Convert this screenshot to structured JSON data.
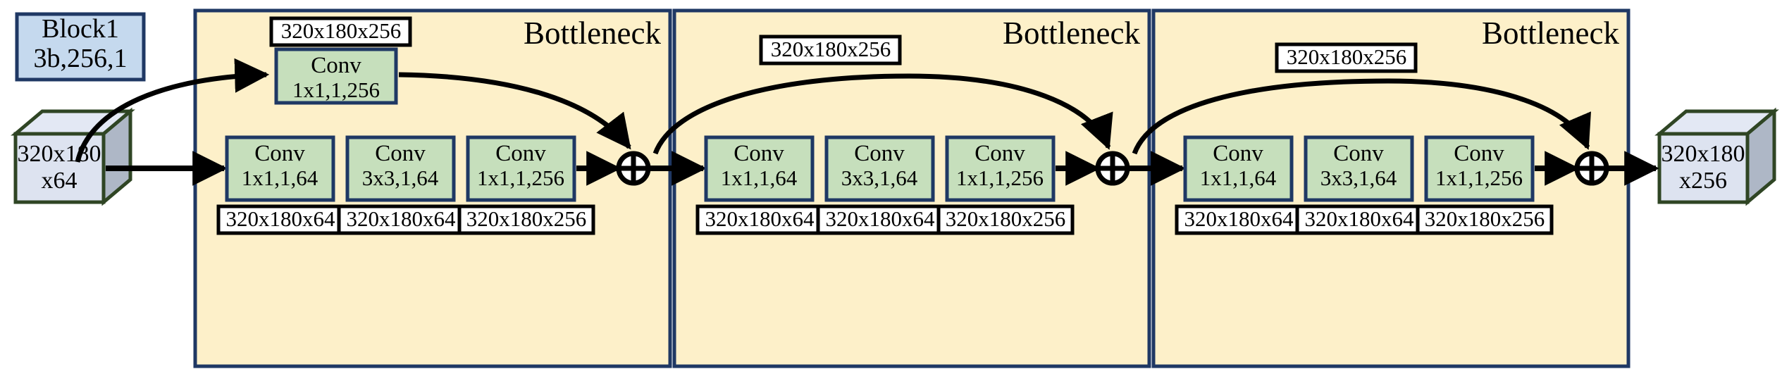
{
  "legend": {
    "line1": "Block1",
    "line2": "3b,256,1"
  },
  "input_cube": {
    "line1": "320x180",
    "line2": "x64"
  },
  "output_cube": {
    "line1": "320x180",
    "line2": "x256"
  },
  "bottlenecks": [
    {
      "title": "Bottleneck",
      "skip_dim": "320x180x256",
      "skip_conv": {
        "name": "Conv",
        "spec": "1x1,1,256"
      },
      "has_skip_conv": true,
      "convs": [
        {
          "name": "Conv",
          "spec": "1x1,1,64",
          "dim": "320x180x64"
        },
        {
          "name": "Conv",
          "spec": "3x3,1,64",
          "dim": "320x180x64"
        },
        {
          "name": "Conv",
          "spec": "1x1,1,256",
          "dim": "320x180x256"
        }
      ],
      "add_symbol": "+"
    },
    {
      "title": "Bottleneck",
      "skip_dim": "320x180x256",
      "has_skip_conv": false,
      "convs": [
        {
          "name": "Conv",
          "spec": "1x1,1,64",
          "dim": "320x180x64"
        },
        {
          "name": "Conv",
          "spec": "3x3,1,64",
          "dim": "320x180x64"
        },
        {
          "name": "Conv",
          "spec": "1x1,1,256",
          "dim": "320x180x256"
        }
      ],
      "add_symbol": "+"
    },
    {
      "title": "Bottleneck",
      "skip_dim": "320x180x256",
      "has_skip_conv": false,
      "convs": [
        {
          "name": "Conv",
          "spec": "1x1,1,64",
          "dim": "320x180x64"
        },
        {
          "name": "Conv",
          "spec": "3x3,1,64",
          "dim": "320x180x64"
        },
        {
          "name": "Conv",
          "spec": "1x1,1,256",
          "dim": "320x180x256"
        }
      ],
      "add_symbol": "+"
    }
  ],
  "colors": {
    "panel_fill": "#fdf0c9",
    "panel_stroke": "#1f3864",
    "conv_fill": "#c6dfbc",
    "legend_fill": "#c5d9ee",
    "cube_front": "#dde3f0",
    "cube_side": "#aeb7c6",
    "cube_stroke": "#2f4524"
  }
}
